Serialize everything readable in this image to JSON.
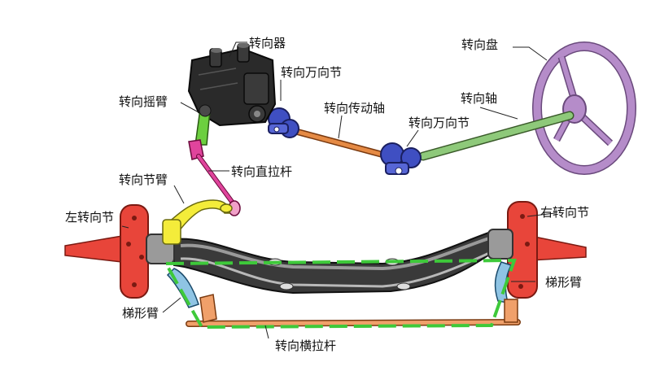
{
  "labels": {
    "steering_gear": "转向器",
    "universal_joint_upper": "转向万向节",
    "steering_wheel": "转向盘",
    "pitman_arm": "转向摇臂",
    "steering_shaft": "转向轴",
    "intermediate_shaft": "转向传动轴",
    "universal_joint_lower": "转向万向节",
    "drag_link": "转向直拉杆",
    "knuckle_arm": "转向节臂",
    "left_knuckle": "左转向节",
    "right_knuckle": "右转向节",
    "trapezoid_arm_left": "梯形臂",
    "trapezoid_arm_right": "梯形臂",
    "tie_rod": "转向横拉杆"
  },
  "colors": {
    "steering_wheel": "#b58cc9",
    "steering_shaft": "#8ec97a",
    "intermediate_shaft": "#e58a44",
    "universal_joint": "#3f4fc2",
    "steering_gear": "#2a2a2a",
    "pitman_arm": "#6ccf3f",
    "drag_link": "#e0449c",
    "knuckle_arm": "#f4ec3a",
    "hub": "#e8453a",
    "axle_beam": "#5a5a5a",
    "trapezoid_arm": "#8fc4e4",
    "tie_rod": "#f0a06a",
    "trapezoid_outline": "#3ec93a"
  }
}
